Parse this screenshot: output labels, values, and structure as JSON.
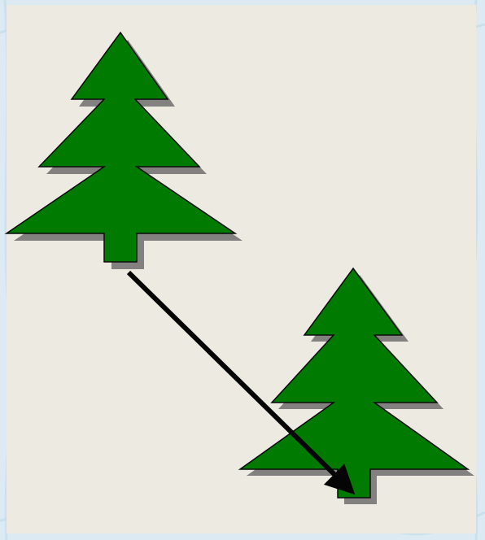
{
  "colors": {
    "outer_background": "#dcebf3",
    "outer_texture": "#c2dbea",
    "panel": "#edeae2",
    "tree_fill": "#007a00",
    "tree_outline": "#0a0a0a",
    "shadow": "#6f6f6f",
    "arrow": "#050505"
  },
  "diagram": {
    "nodes": [
      {
        "id": "tree-large",
        "icon": "fir-tree-icon"
      },
      {
        "id": "tree-small",
        "icon": "fir-tree-icon"
      }
    ],
    "edges": [
      {
        "from": "tree-large",
        "to": "tree-small",
        "style": "arrow"
      }
    ]
  }
}
